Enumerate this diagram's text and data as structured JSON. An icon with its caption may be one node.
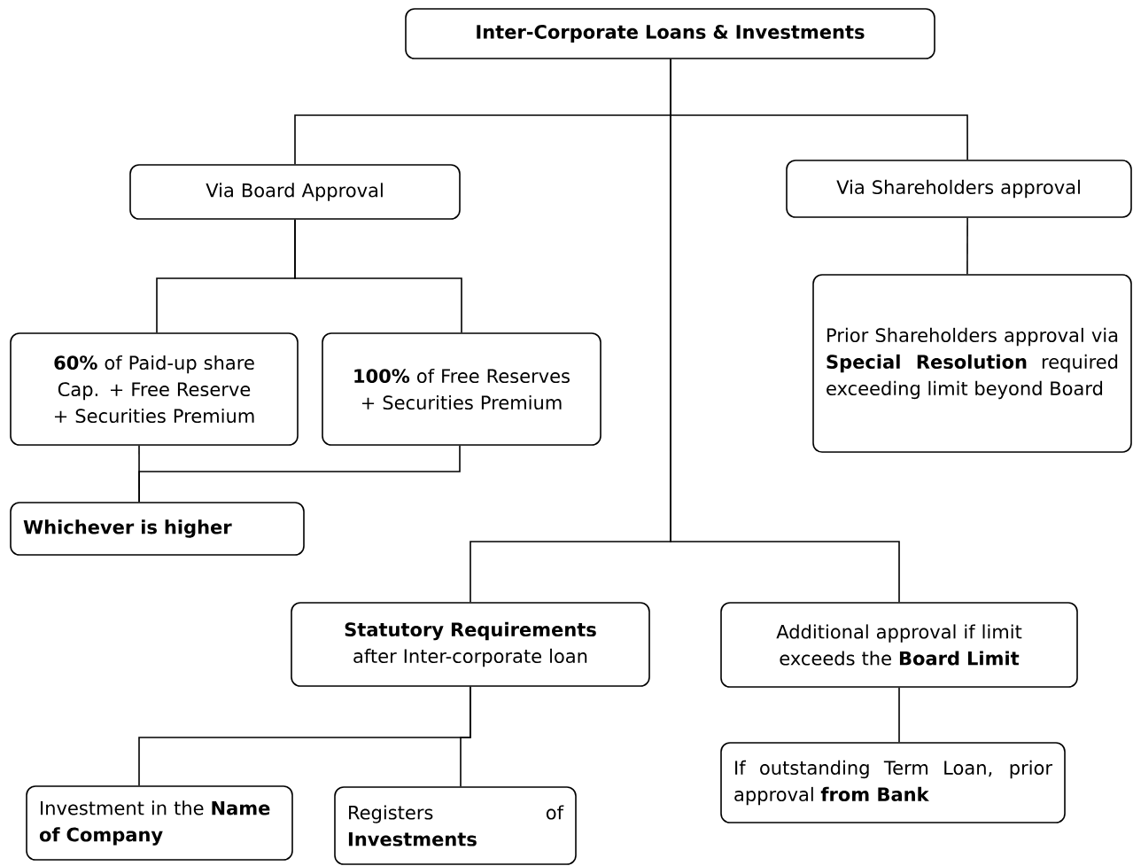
{
  "diagram": {
    "nodes": [
      {
        "text": [
          "Inter-Corporate Loans & Investments"
        ]
      },
      {
        "text": [
          "Via Board Approval"
        ]
      },
      {
        "text": [
          "Via Shareholders approval"
        ]
      },
      {
        "text": [
          "**60%** of Paid-up share Cap. + Free Reserve + Securities Premium"
        ]
      },
      {
        "text": [
          "**100%** of Free Reserves + Securities Premium"
        ]
      },
      {
        "text": [
          "Whichever is higher"
        ]
      },
      {
        "text": [
          "Prior Shareholders approval via **Special Resolution** required exceeding limit beyond Board"
        ]
      },
      {
        "text": [
          "**Statutory Requirements** after Inter-corporate loan"
        ]
      },
      {
        "text": [
          "Additional approval if limit exceeds the **Board Limit**"
        ]
      },
      {
        "text": [
          "Investment in the **Name of Company**"
        ]
      },
      {
        "text": [
          "Registers of **Investments**"
        ]
      },
      {
        "text": [
          "If outstanding Term Loan, prior approval **from Bank**"
        ]
      }
    ],
    "edges": [
      {
        "from": 0,
        "to": 1,
        "arrow": "none"
      },
      {
        "from": 0,
        "to": 2,
        "arrow": "none"
      },
      {
        "from": 0,
        "to": 7,
        "arrow": "none"
      },
      {
        "from": 0,
        "to": 8,
        "arrow": "none"
      },
      {
        "from": 1,
        "to": 3,
        "arrow": "none"
      },
      {
        "from": 1,
        "to": 4,
        "arrow": "none"
      },
      {
        "from": 3,
        "to": 5,
        "arrow": "none"
      },
      {
        "from": 4,
        "to": 5,
        "arrow": "none"
      },
      {
        "from": 2,
        "to": 6,
        "arrow": "none"
      },
      {
        "from": 7,
        "to": 9,
        "arrow": "none"
      },
      {
        "from": 7,
        "to": 10,
        "arrow": "none"
      },
      {
        "from": 8,
        "to": 11,
        "arrow": "none"
      }
    ]
  }
}
